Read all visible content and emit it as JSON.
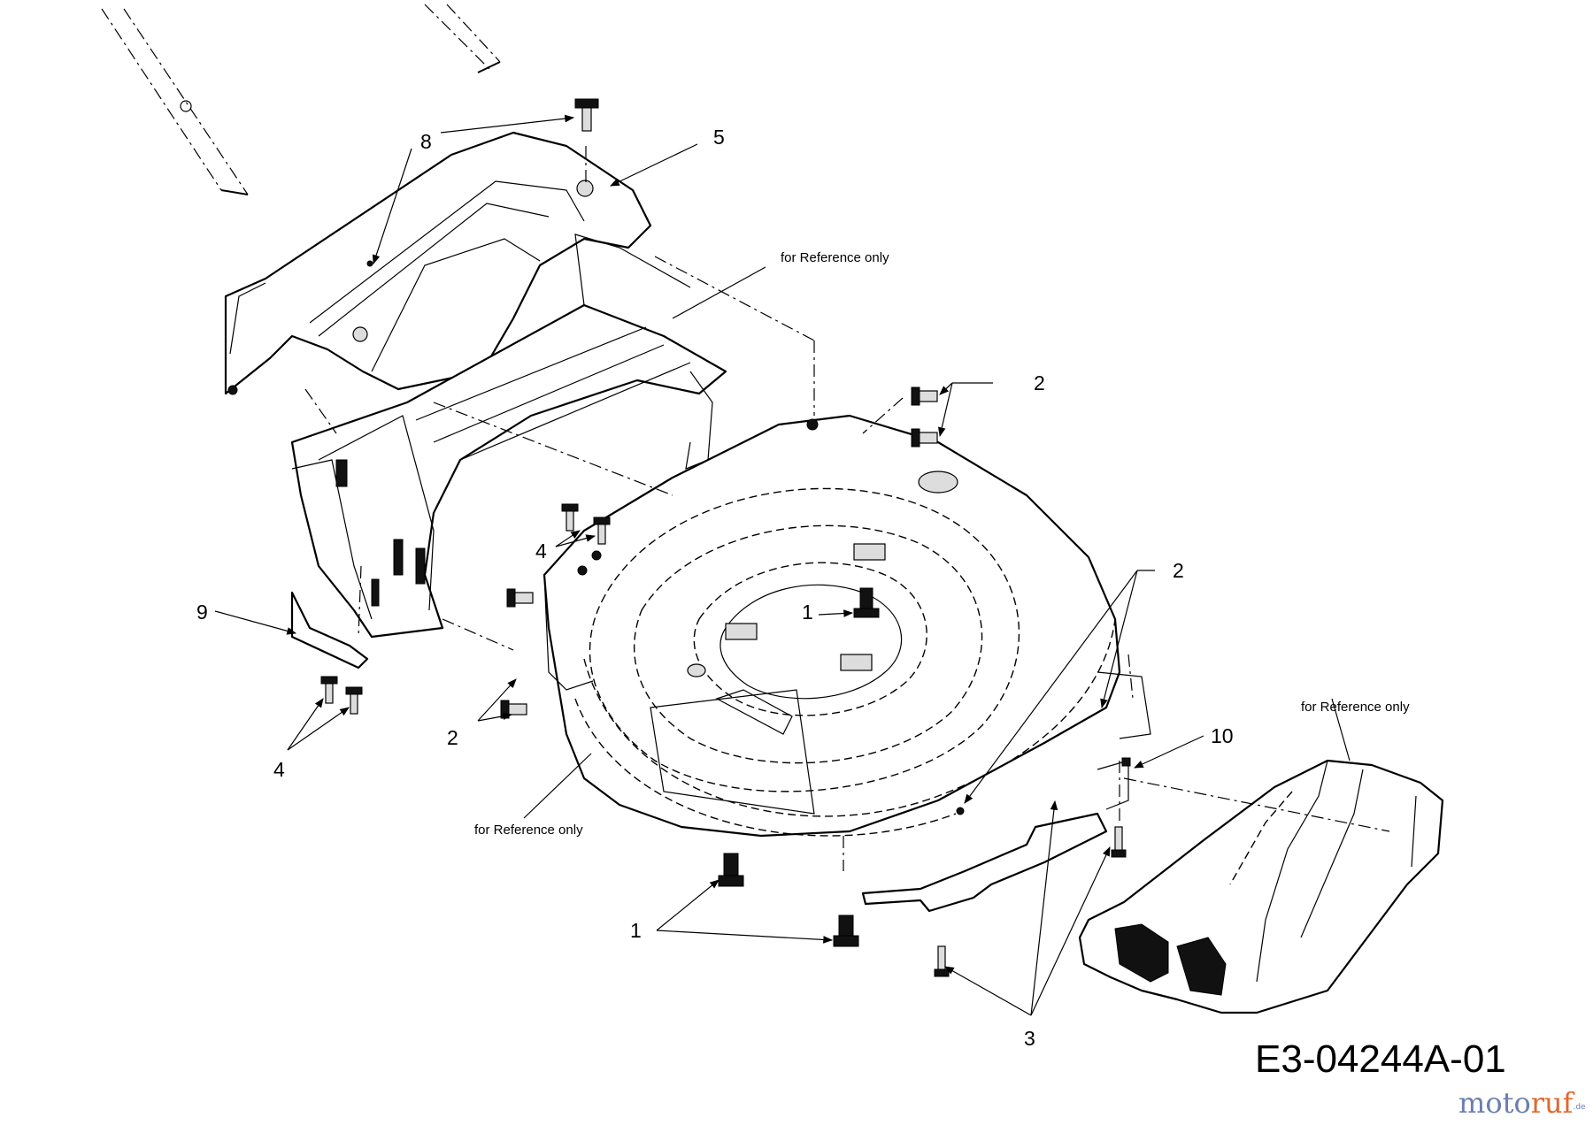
{
  "drawing_number": "E3-04244A-01",
  "reference_note": "for Reference only",
  "watermark": {
    "brand_part_a": "moto",
    "brand_part_b": "ruf",
    "brand_suffix": ".de",
    "colors": {
      "primary": "#6b7fae",
      "accent": "#e0672b"
    }
  },
  "callouts": {
    "c1a": "1",
    "c1b": "1",
    "c2a": "2",
    "c2b": "2",
    "c2c": "2",
    "c3": "3",
    "c4a": "4",
    "c4b": "4",
    "c5": "5",
    "c8": "8",
    "c9": "9",
    "c10": "10"
  }
}
